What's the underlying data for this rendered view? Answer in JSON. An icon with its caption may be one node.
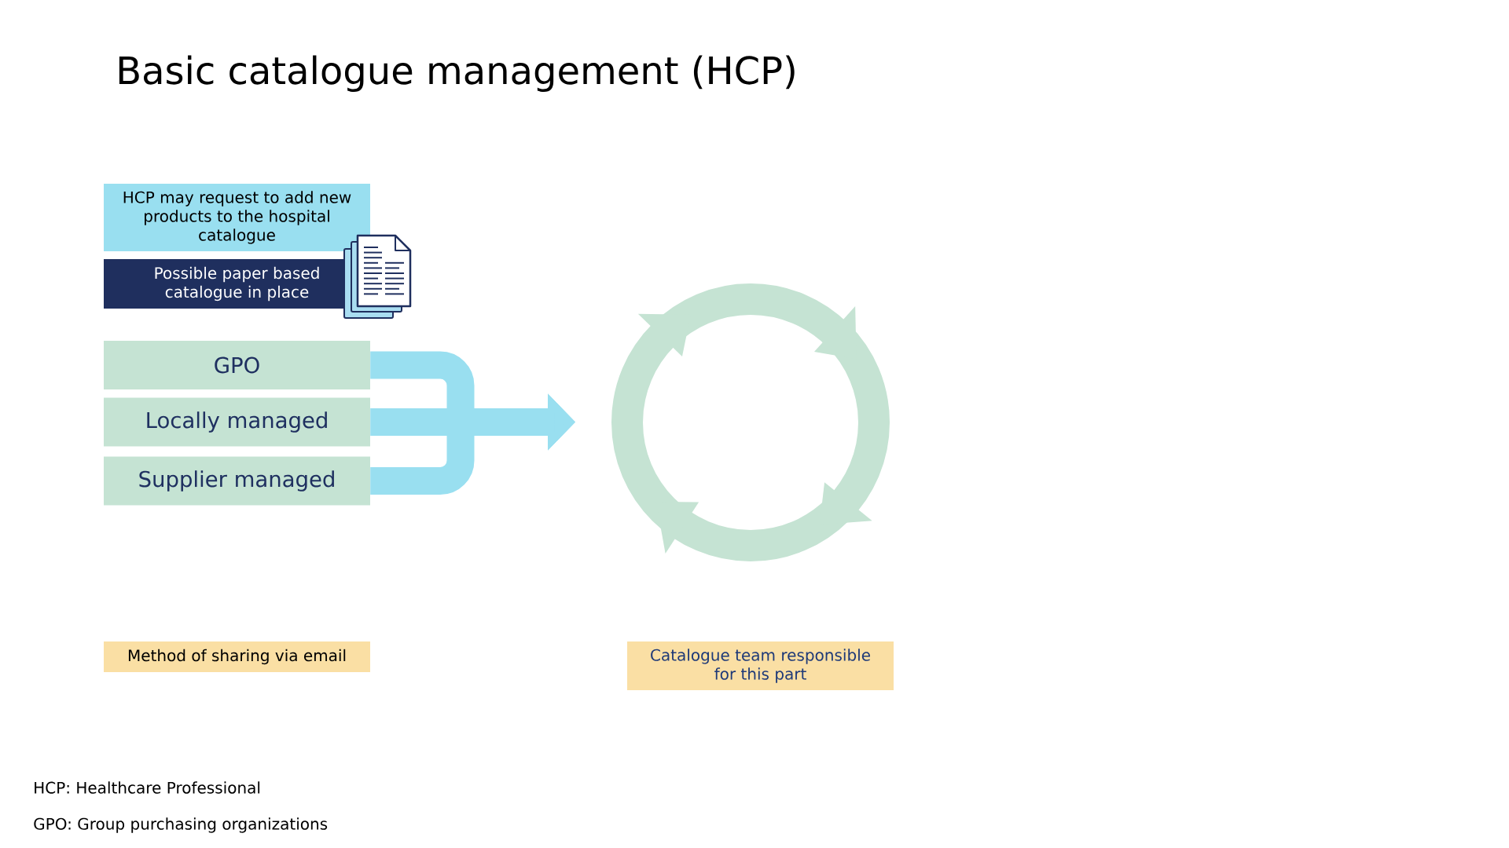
{
  "diagram": {
    "title": "Basic catalogue management (HCP)",
    "nodes": [
      {
        "text": [
          "HCP may request to add new products to the hospital catalogue"
        ]
      },
      {
        "text": [
          "Possible paper based catalogue in place"
        ]
      },
      {
        "text": [
          "GPO"
        ]
      },
      {
        "text": [
          "Locally managed"
        ]
      },
      {
        "text": [
          "Supplier managed"
        ]
      },
      {
        "text": [
          "Method of sharing via email"
        ]
      },
      {
        "text": [
          "Catalogue team responsible for this part"
        ]
      }
    ],
    "edges": [
      {
        "from": 2,
        "to": null,
        "arrow": "to"
      },
      {
        "from": 3,
        "to": null,
        "arrow": "to"
      },
      {
        "from": 4,
        "to": null,
        "arrow": "to"
      }
    ],
    "labels": [
      "HCP: Healthcare Professional",
      "GPO: Group purchasing organizations"
    ]
  }
}
